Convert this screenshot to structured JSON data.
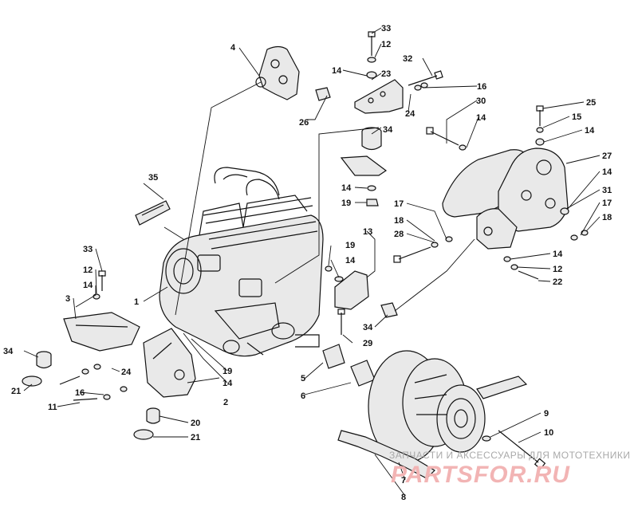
{
  "watermark": {
    "tagline": "ЗАПЧАСТИ И АКСЕССУАРЫ ДЛЯ МОТОТЕХНИКИ",
    "logo": "PARTSFOR.RU",
    "color": "#e88a8a"
  },
  "callouts": [
    "1",
    "2",
    "3",
    "4",
    "5",
    "6",
    "7",
    "8",
    "9",
    "10",
    "11",
    "12",
    "13",
    "14",
    "15",
    "16",
    "17",
    "18",
    "19",
    "20",
    "21",
    "22",
    "23",
    "24",
    "25",
    "26",
    "27",
    "28",
    "29",
    "30",
    "31",
    "32",
    "33",
    "34",
    "35"
  ]
}
